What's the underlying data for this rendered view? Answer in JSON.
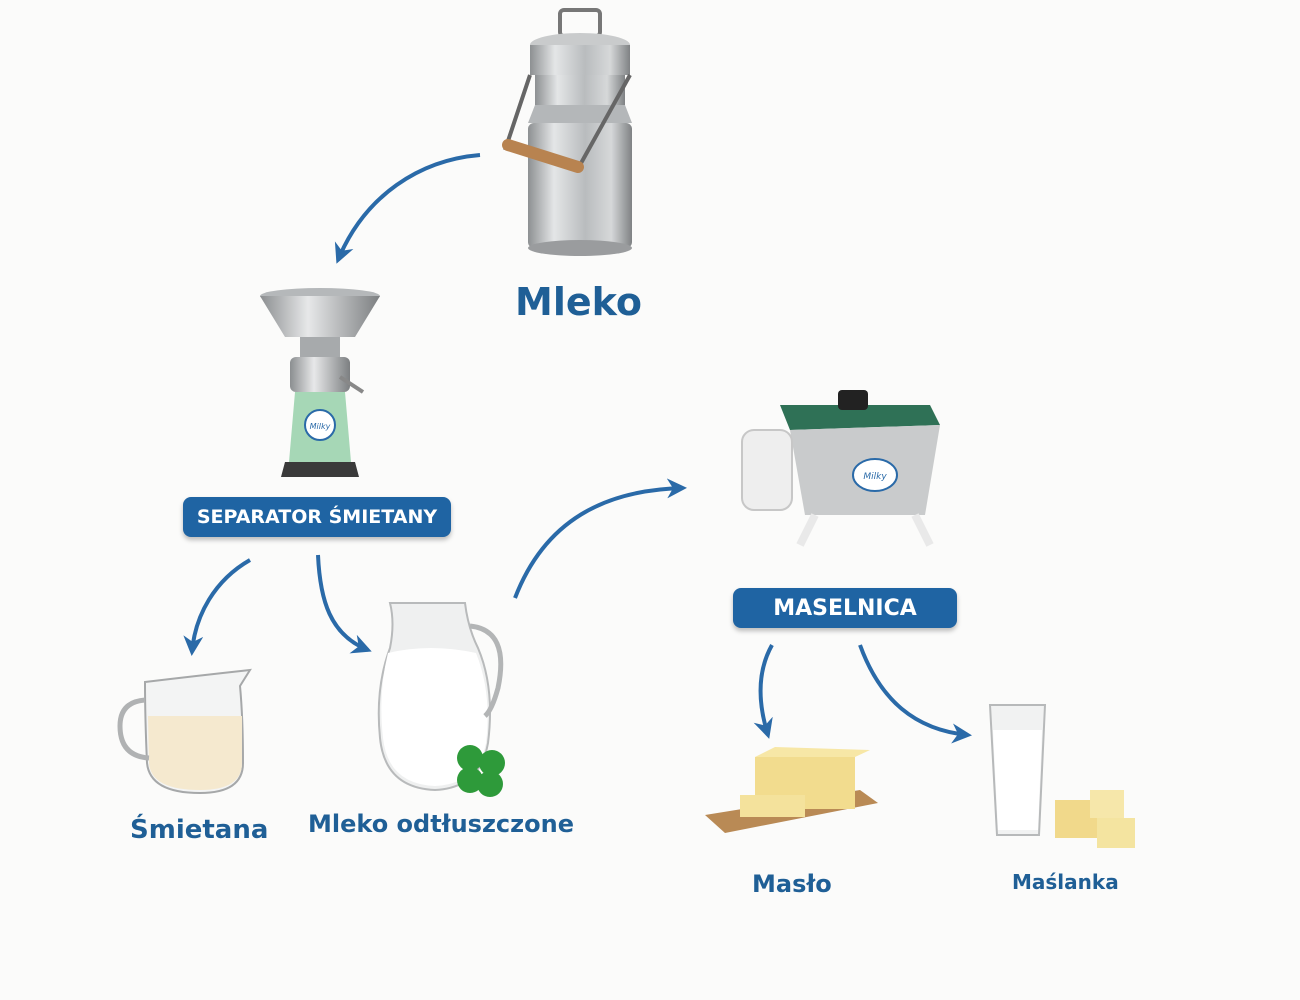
{
  "nodes": {
    "milk": {
      "label": "Mleko"
    },
    "separator": {
      "label": "SEPARATOR ŚMIETANY",
      "logo_text": "Milky"
    },
    "cream": {
      "label": "Śmietana"
    },
    "skim_milk": {
      "label": "Mleko odtłuszczone"
    },
    "churn": {
      "label": "MASELNICA",
      "logo_text": "Milky"
    },
    "butter": {
      "label": "Masło"
    },
    "buttermilk": {
      "label": "Maślanka"
    }
  },
  "edges": [
    {
      "from": "milk",
      "to": "separator"
    },
    {
      "from": "separator",
      "to": "cream"
    },
    {
      "from": "separator",
      "to": "skim_milk"
    },
    {
      "from": "skim_milk",
      "to": "churn"
    },
    {
      "from": "churn",
      "to": "butter"
    },
    {
      "from": "churn",
      "to": "buttermilk"
    }
  ],
  "colors": {
    "arrow": "#2a6aa8",
    "label_text": "#1f5f96",
    "badge_bg": "#1f64a3",
    "badge_text": "#ffffff"
  }
}
